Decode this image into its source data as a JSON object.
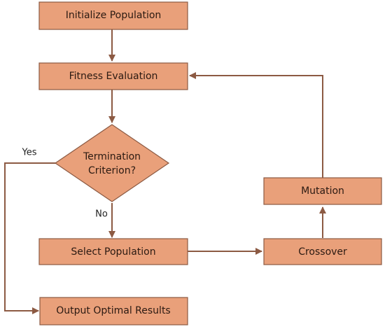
{
  "nodes": {
    "init": "Initialize Population",
    "fitness": "Fitness Evaluation",
    "termination_line1": "Termination",
    "termination_line2": "Criterion?",
    "select": "Select Population",
    "crossover": "Crossover",
    "mutation": "Mutation",
    "output": "Output Optimal Results"
  },
  "edge_labels": {
    "yes": "Yes",
    "no": "No"
  },
  "colors": {
    "node_fill": "#E9A07A",
    "edge": "#8C5A43"
  }
}
